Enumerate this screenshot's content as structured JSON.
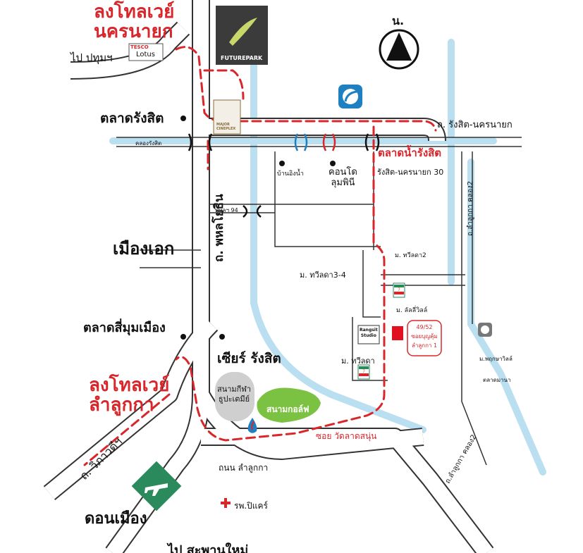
{
  "labels": {
    "interchange_north": [
      "ลงโทลเวย์",
      "นครนายก"
    ],
    "interchange_south": [
      "ลงโทลเวย์",
      "ลำลูกกา"
    ],
    "to_pathum": "ไป ปทุมฯ",
    "rangsit_market": "ตลาดรังสิต",
    "rangsit_canal": "คลองรังสิต",
    "rangsit_nakhonnayok_road": "ถ. รังสิต-นครนายก",
    "floating_market": "ตลาดน้ำรังสิต",
    "soi_30": "รังสิต-นครนายก 30",
    "baan_ing_nam": "บ้านอิงน้ำ",
    "condo_lumpini": [
      "คอนโด",
      "ลุมพินี"
    ],
    "phahol_94": "พหลฯ 94",
    "mueang_ake": "เมืองเอก",
    "phaholyothin": "ถ. พหลโยธิน",
    "mueang_market": "ตลาดสี่มุมเมือง",
    "tawilada_3_4": "ม. ทวีลดา3-4",
    "tawilada_2": "ม. ทวีลดา2",
    "tawilada": "ม. ทวีลดา",
    "lanlilwilla": "ม. ลัลลี่วิลล์",
    "zeer_rangsit": "เซียร์ รังสิต",
    "rangsit_studio": [
      "Rangsit",
      "Studio"
    ],
    "destination": [
      "49/52",
      "ซอยบุญคุ้ม",
      "ลำลูกกา 1"
    ],
    "lam_luk_ka_khlong2_top": "ถ.ลำลูกกา คลอง2",
    "phruksa_villa": "ม.พฤกษาวิลล์",
    "talad_mana": "ตลาดมานา",
    "stadium": [
      "สนามกีฬา",
      "ธูปะเตมีย์"
    ],
    "golf_course": "สนามกอล์ฟ",
    "soi_wat": "ซอย วัดลาดสนุ่น",
    "vibhavadi": "ถ. วิภาวดีฯ",
    "lam_luk_ka_road": "ถนน ลำลูกกา",
    "lam_luk_ka_khlong2_bottom": "ถ.ลำลูกกา คลอง2",
    "don_mueang": "ดอนเมือง",
    "bumrungrad_hospital": "รพ.ปิแคร์",
    "to_saphan_mai": "ไป สะพานใหม่",
    "north": "น."
  },
  "logos": {
    "tesco_lotus": [
      "TESCO",
      "Lotus"
    ],
    "future_park": "FUTUREPARK",
    "major_cineplex": [
      "MAJOR",
      "CINEPLEX"
    ],
    "seven_eleven": "ELEVEN"
  },
  "colors": {
    "road": "#ffffff",
    "road_edge": "#333333",
    "canal": "#b9dff0",
    "route": "#d9262b",
    "golf": "#7cc242",
    "stadium": "#cfcfcf",
    "airport": "#2a8a5c",
    "ptt_blue": "#1e7fc1"
  },
  "icons": [
    "north-arrow-icon",
    "airport-icon",
    "hospital-cross-icon",
    "ptt-station-icon",
    "seven-eleven-icon"
  ]
}
